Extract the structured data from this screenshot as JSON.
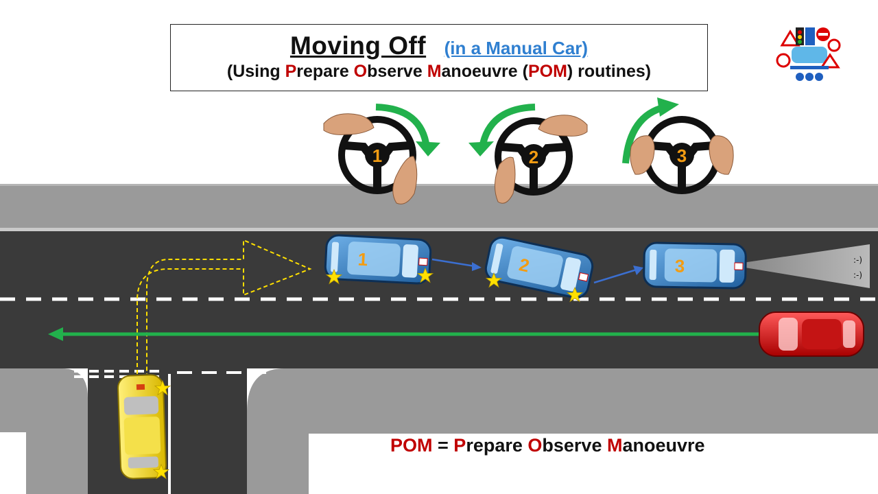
{
  "title": {
    "main": "Moving Off",
    "sub": "(in a Manual Car)",
    "line2": [
      {
        "t": "(Using ",
        "c": "dark"
      },
      {
        "t": "P",
        "c": "red"
      },
      {
        "t": "repare ",
        "c": "dark"
      },
      {
        "t": "O",
        "c": "red"
      },
      {
        "t": "bserve ",
        "c": "dark"
      },
      {
        "t": "M",
        "c": "red"
      },
      {
        "t": "anoeuvre (",
        "c": "dark"
      },
      {
        "t": "POM",
        "c": "red"
      },
      {
        "t": ") routines)",
        "c": "dark"
      }
    ]
  },
  "legend": [
    {
      "t": "POM",
      "c": "red"
    },
    {
      "t": " = ",
      "c": "dark"
    },
    {
      "t": "P",
      "c": "red"
    },
    {
      "t": "repare ",
      "c": "dark"
    },
    {
      "t": "O",
      "c": "red"
    },
    {
      "t": "bserve ",
      "c": "dark"
    },
    {
      "t": "M",
      "c": "red"
    },
    {
      "t": "anoeuvre",
      "c": "dark"
    }
  ],
  "steering": [
    {
      "number": "1",
      "direction": "clockwise"
    },
    {
      "number": "2",
      "direction": "anticlockwise"
    },
    {
      "number": "3",
      "direction": "clockwise"
    }
  ],
  "cars": [
    {
      "label": "1",
      "color": "blue"
    },
    {
      "label": "2",
      "color": "blue"
    },
    {
      "label": "3",
      "color": "blue"
    },
    {
      "label": "",
      "color": "yellow"
    },
    {
      "label": "",
      "color": "red"
    }
  ],
  "colors": {
    "accent_red": "#c00000",
    "title_blue": "#2f7fd0",
    "arrow_green": "#22b14c",
    "road": "#3a3a3a",
    "pavement": "#9a9a9a",
    "star": "#ffe000",
    "number_orange": "#f39c12"
  },
  "icons": [
    "road-signs-logo-icon"
  ]
}
